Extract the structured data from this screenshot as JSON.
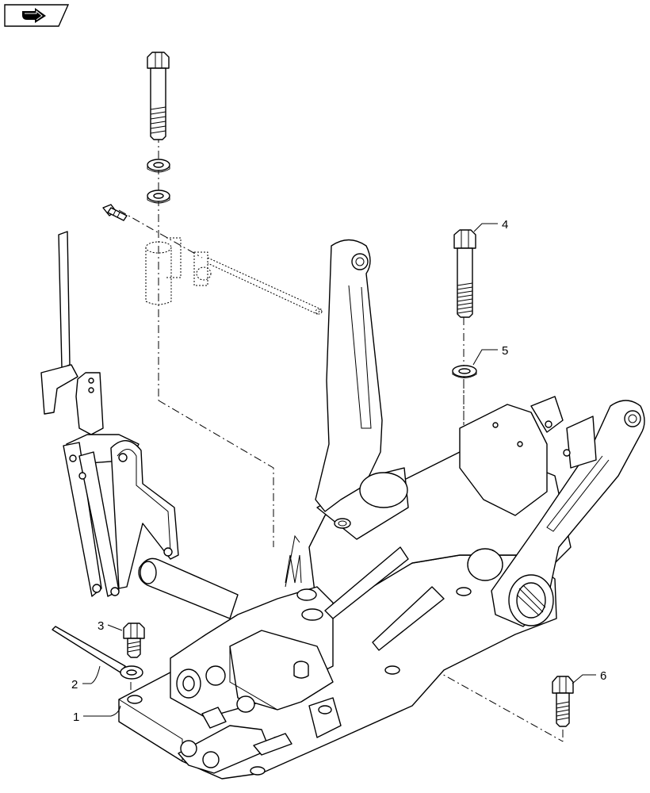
{
  "nav": {
    "icon": "next-page-arrow-icon"
  },
  "callouts": [
    {
      "id": "1",
      "label": "1"
    },
    {
      "id": "2",
      "label": "2"
    },
    {
      "id": "3",
      "label": "3"
    },
    {
      "id": "4",
      "label": "4"
    },
    {
      "id": "5",
      "label": "5"
    },
    {
      "id": "6",
      "label": "6"
    }
  ]
}
